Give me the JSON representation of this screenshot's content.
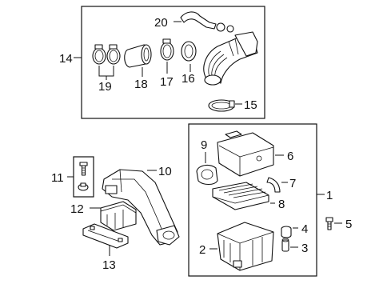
{
  "diagram": {
    "callouts": {
      "c1": "1",
      "c2": "2",
      "c3": "3",
      "c4": "4",
      "c5": "5",
      "c6": "6",
      "c7": "7",
      "c8": "8",
      "c9": "9",
      "c10": "10",
      "c11": "11",
      "c12": "12",
      "c13": "13",
      "c14": "14",
      "c15": "15",
      "c16": "16",
      "c17": "17",
      "c18": "18",
      "c19": "19",
      "c20": "20"
    },
    "icons": [
      "clamp-icon",
      "hose-icon",
      "duct-icon",
      "bolt-icon",
      "filter-icon",
      "air-cleaner-icon"
    ]
  }
}
